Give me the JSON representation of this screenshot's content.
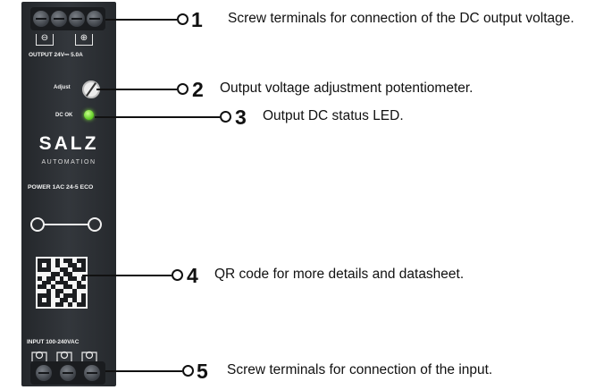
{
  "device": {
    "output_label": "OUTPUT  24V⎓ 5.0A",
    "adjust_label": "Adjust",
    "dc_ok_label": "DC OK",
    "brand": "SALZ",
    "brand_sub": "AUTOMATION",
    "model": "POWER 1AC 24-5 ECO",
    "input_label": "INPUT  100-240VAC",
    "minus_symbol": "⊖",
    "plus_symbol": "⊕",
    "led_color": "#58c81d",
    "body_color": "#2b2e33"
  },
  "callouts": [
    {
      "number": "1",
      "text": "Screw terminals for connection of the DC output voltage."
    },
    {
      "number": "2",
      "text": "Output voltage adjustment potentiometer."
    },
    {
      "number": "3",
      "text": "Output DC status LED."
    },
    {
      "number": "4",
      "text": "QR code for more details and datasheet."
    },
    {
      "number": "5",
      "text": "Screw terminals for connection of the input."
    }
  ]
}
